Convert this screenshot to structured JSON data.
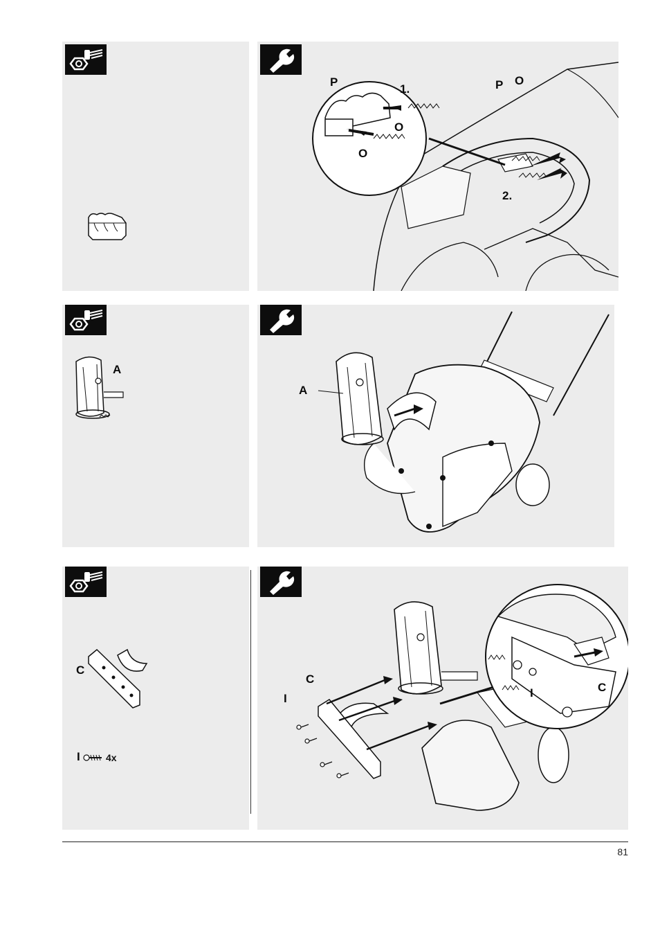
{
  "page": {
    "number": "81"
  },
  "steps": [
    {
      "parts_panel": {
        "badge_icon": "nut-bolt-icon"
      },
      "assembly_panel": {
        "badge_icon": "wrench-icon",
        "labels": {
          "p1": "P",
          "n1": "1.",
          "o1": "O",
          "o2": "O",
          "p2": "P",
          "o3": "O",
          "n2": "2."
        }
      }
    },
    {
      "parts_panel": {
        "badge_icon": "nut-bolt-icon",
        "part_label": "A"
      },
      "assembly_panel": {
        "badge_icon": "wrench-icon",
        "labels": {
          "a": "A"
        }
      }
    },
    {
      "parts_panel": {
        "badge_icon": "nut-bolt-icon",
        "part_label": "C",
        "screw_label": "I",
        "screw_qty": "4x"
      },
      "assembly_panel": {
        "badge_icon": "wrench-icon",
        "labels": {
          "c1": "C",
          "i1": "I",
          "i2": "I",
          "c2": "C"
        }
      }
    }
  ]
}
